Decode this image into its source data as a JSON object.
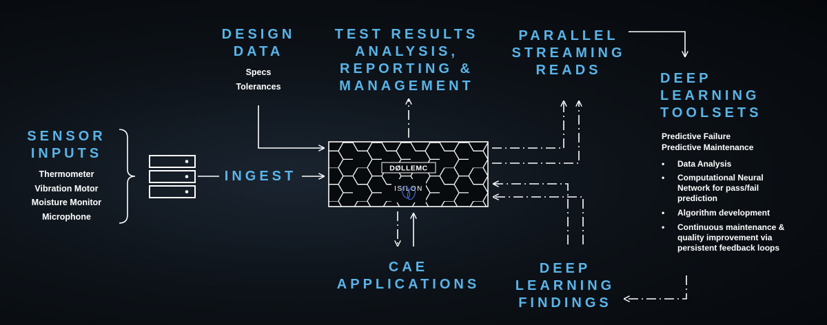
{
  "sensor": {
    "title": "SENSOR\nINPUTS",
    "items": [
      "Thermometer",
      "Vibration Motor",
      "Moisture Monitor",
      "Microphone"
    ]
  },
  "design": {
    "title": "DESIGN\nDATA",
    "items": [
      "Specs",
      "Tolerances"
    ]
  },
  "test": {
    "title": "TEST RESULTS\nANALYSIS,\nREPORTING &\nMANAGEMENT"
  },
  "parallel": {
    "title": "PARALLEL\nSTREAMING\nREADS"
  },
  "dl_toolsets": {
    "title": "DEEP\nLEARNING\nTOOLSETS",
    "intro": [
      "Predictive Failure",
      "Predictive Maintenance"
    ],
    "bullet_glyph": "•",
    "bullets": [
      "Data Analysis",
      "Computational Neural Network for pass/fail prediction",
      "Algorithm development",
      "Continuous maintenance & quality improvement via persistent feedback loops"
    ]
  },
  "ingest": {
    "label": "INGEST"
  },
  "cae": {
    "title": "CAE\nAPPLICATIONS"
  },
  "dl_findings": {
    "title": "DEEP\nLEARNING\nFINDINGS"
  },
  "appliance": {
    "brand": "DØLLEMC",
    "product": "ISILON"
  },
  "colors": {
    "accent": "#5ab4e8",
    "text": "#ffffff",
    "background": "#0d1218"
  }
}
